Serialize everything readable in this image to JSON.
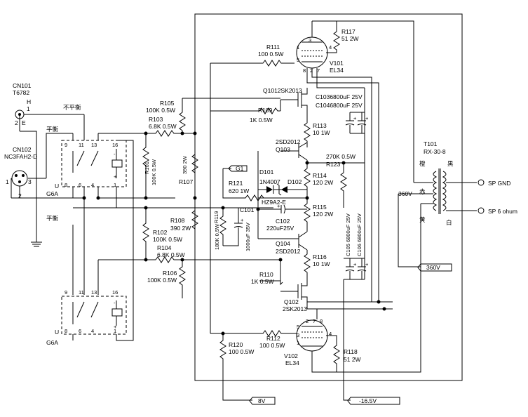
{
  "connectors": {
    "cn101_ref": "CN101",
    "cn101_part": "T6782",
    "cn101_h": "H",
    "cn101_pin1": "1",
    "cn101_pin2": "2",
    "cn101_e": "E",
    "cn102_ref": "CN102",
    "cn102_part": "NC3FAH2-D",
    "cn102_pin1": "1",
    "cn102_pin2": "2",
    "cn102_pin3": "3",
    "unbalanced": "不平衡",
    "balanced_top": "平衡",
    "balanced_bottom": "平衡"
  },
  "switches": {
    "sw_top": {
      "pins": [
        "9",
        "11",
        "13",
        "16",
        "8",
        "6",
        "4",
        "1"
      ],
      "u": "U",
      "type": "G6A"
    },
    "sw_bottom": {
      "pins": [
        "9",
        "11",
        "13",
        "16",
        "8",
        "6",
        "4",
        "1"
      ],
      "u": "U",
      "type": "G6A"
    }
  },
  "resistors": {
    "r101": "R101",
    "r101_v": "100K 0.5W",
    "r102": "R102",
    "r102_v": "100K 0.5W",
    "r103": "R103",
    "r103_v": "6.8K 0.5W",
    "r104": "R104",
    "r104_v": "6.8K 0.5W",
    "r105": "R105",
    "r105_v": "100K 0.5W",
    "r106": "R106",
    "r106_v": "100K 0.5W",
    "r107": "R107",
    "r107_v": "390 2W",
    "r108": "R108",
    "r108_v": "390 2W",
    "r109": "R109",
    "r109_v": "1K 0.5W",
    "r110": "R110",
    "r110_v": "1K 0.5W",
    "r111": "R111",
    "r111_v": "100 0.5W",
    "r112": "R112",
    "r112_v": "100 0.5W",
    "r113": "R113",
    "r113_v": "10 1W",
    "r114": "R114",
    "r114_v": "120 2W",
    "r115": "R115",
    "r115_v": "120 2W",
    "r116": "R116",
    "r116_v": "10 1W",
    "r117": "R117",
    "r117_v": "51 2W",
    "r118": "R118",
    "r118_v": "51 2W",
    "r119": "R119",
    "r119_v": "180K 0.5W",
    "r120": "R120",
    "r120_v": "100 0.5W",
    "r121": "R121",
    "r121_v": "620 1W",
    "r123": "R123",
    "r123_v": "270K 0.5W"
  },
  "capacitors": {
    "c101": "C101",
    "c101_v": "1000uF 35V",
    "c102": "C102",
    "c102_v": "220uF25V",
    "c103": "C1036800uF 25V",
    "c104": "C1046800uF 25V",
    "c105": "C105 6800uF 25V",
    "c106": "C106 6800uF 25V"
  },
  "semis": {
    "q101": "Q1012SK2013",
    "q102": "Q102",
    "q102_p": "2SK2013",
    "q103_p": "2SD2012",
    "q103": "Q103",
    "q104": "Q104",
    "q104_p": "2SD2012",
    "d101": "D101",
    "d101_p": "1N4007",
    "d102": "D102",
    "d102_p": "HZ9A2-E",
    "v101": "V101",
    "v101_p": "EL34",
    "v102": "V102",
    "v102_p": "EL34",
    "tube_pins_top": [
      "3",
      "1",
      "5",
      "4",
      "8",
      "2",
      "7"
    ],
    "tube_pins_bottom": [
      "5",
      "3",
      "1",
      "4",
      "2",
      "7",
      "8"
    ]
  },
  "transformer": {
    "ref": "T101",
    "part": "RX-30-8",
    "w_orange": "橙",
    "w_red": "赤",
    "w_yellow": "黄",
    "w_black": "黒",
    "w_white": "白",
    "v360": "360V"
  },
  "outputs": {
    "sp_gnd": "SP GND",
    "sp_6": "SP 6 ohum",
    "g1": "G1",
    "v360_flag": "360V",
    "v8_flag": "8V",
    "vneg_flag": "-16.5V"
  }
}
